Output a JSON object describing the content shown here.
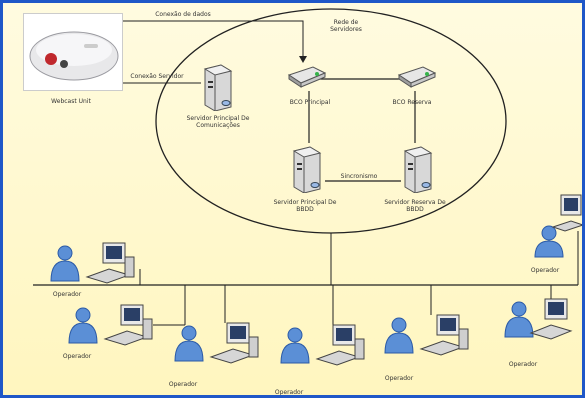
{
  "diagram": {
    "colors": {
      "border": "#1f57c8",
      "background": "#fff7c4",
      "wire": "#222222",
      "accent_red": "#c0282d"
    },
    "ring_title": "Rede de Servidores",
    "top_link_label": "Conexão de dados",
    "left_link_label": "Conexão Servidor",
    "center_link_label": "Sincronismo",
    "device": {
      "label": "Webcast Unit",
      "icon": "alarm-device-icon"
    },
    "server_main": {
      "label": "Servidor Principal De Comunicações",
      "icon": "server-icon"
    },
    "router_primary": {
      "label": "BCO Principal",
      "icon": "router-icon"
    },
    "router_backup": {
      "label": "BCO Reserva",
      "icon": "router-icon"
    },
    "db_primary": {
      "label": "Servidor Principal De BBDD",
      "icon": "server-icon"
    },
    "db_backup": {
      "label": "Servidor Reserva De BBDD",
      "icon": "server-icon"
    },
    "operators": [
      {
        "label": "Operador",
        "icon": "operator-icon"
      },
      {
        "label": "Operador",
        "icon": "operator-icon"
      },
      {
        "label": "Operador",
        "icon": "operator-icon"
      },
      {
        "label": "Operador",
        "icon": "operator-icon"
      },
      {
        "label": "Operador",
        "icon": "operator-icon"
      },
      {
        "label": "Operador",
        "icon": "operator-icon"
      },
      {
        "label": "Operador",
        "icon": "operator-icon"
      }
    ]
  }
}
